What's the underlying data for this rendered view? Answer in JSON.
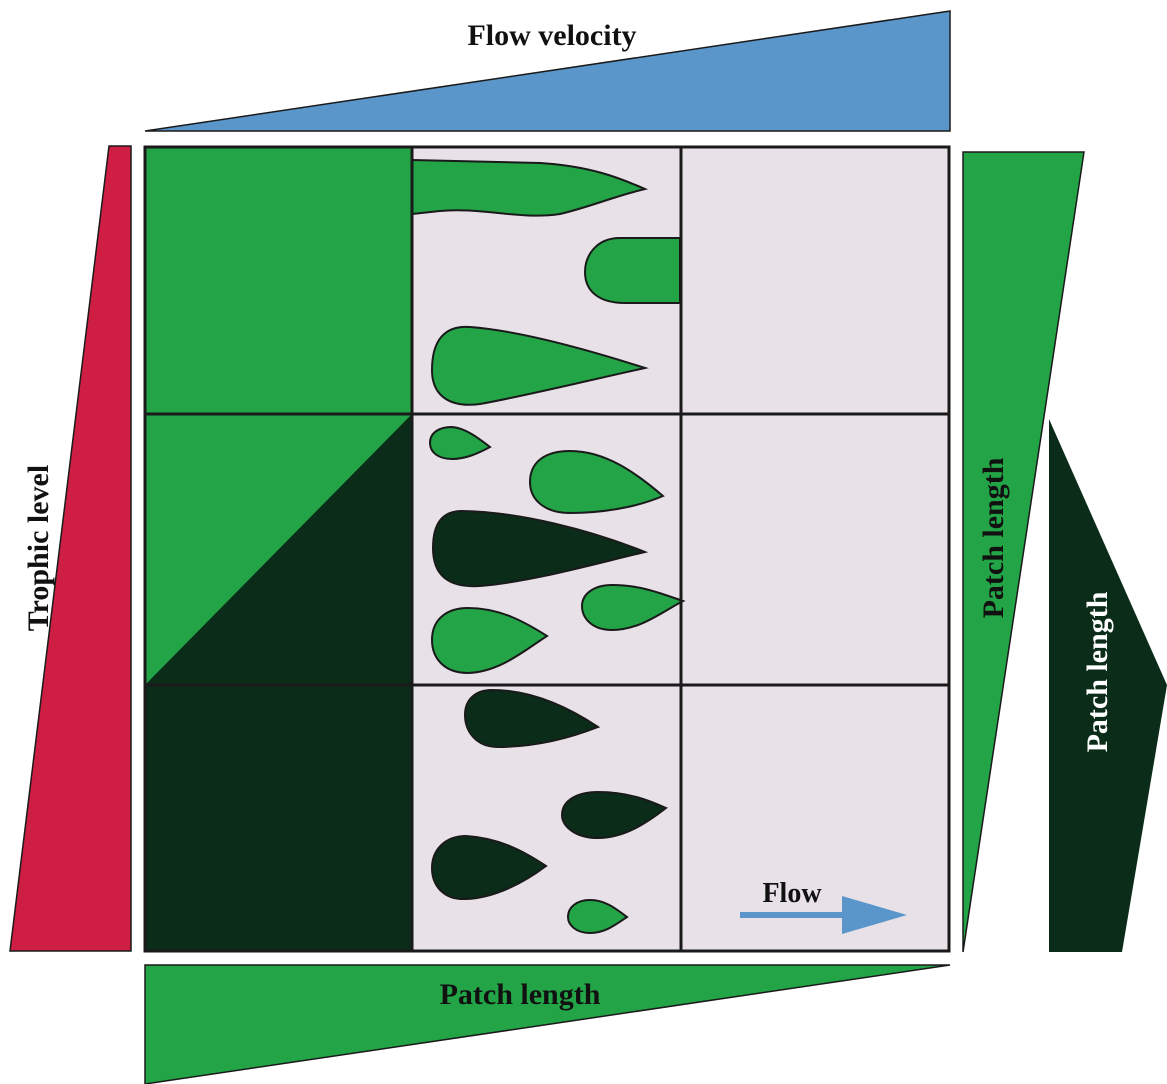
{
  "labels": {
    "top": "Flow velocity",
    "left": "Trophic level",
    "right_inner": "Patch length",
    "right_outer": "Patch length",
    "bottom": "Patch length",
    "flow": "Flow"
  },
  "colors": {
    "velocity_wedge": "#5b96ca",
    "trophic_wedge": "#cf1e43",
    "light_green": "#22a447",
    "dark_green": "#0a2c18",
    "panel_bg": "#e8e1e8",
    "grid_line": "#1a1a1a",
    "flow_arrow": "#5b96ca",
    "label_text": "#111111",
    "label_on_dark": "#ffffff"
  }
}
